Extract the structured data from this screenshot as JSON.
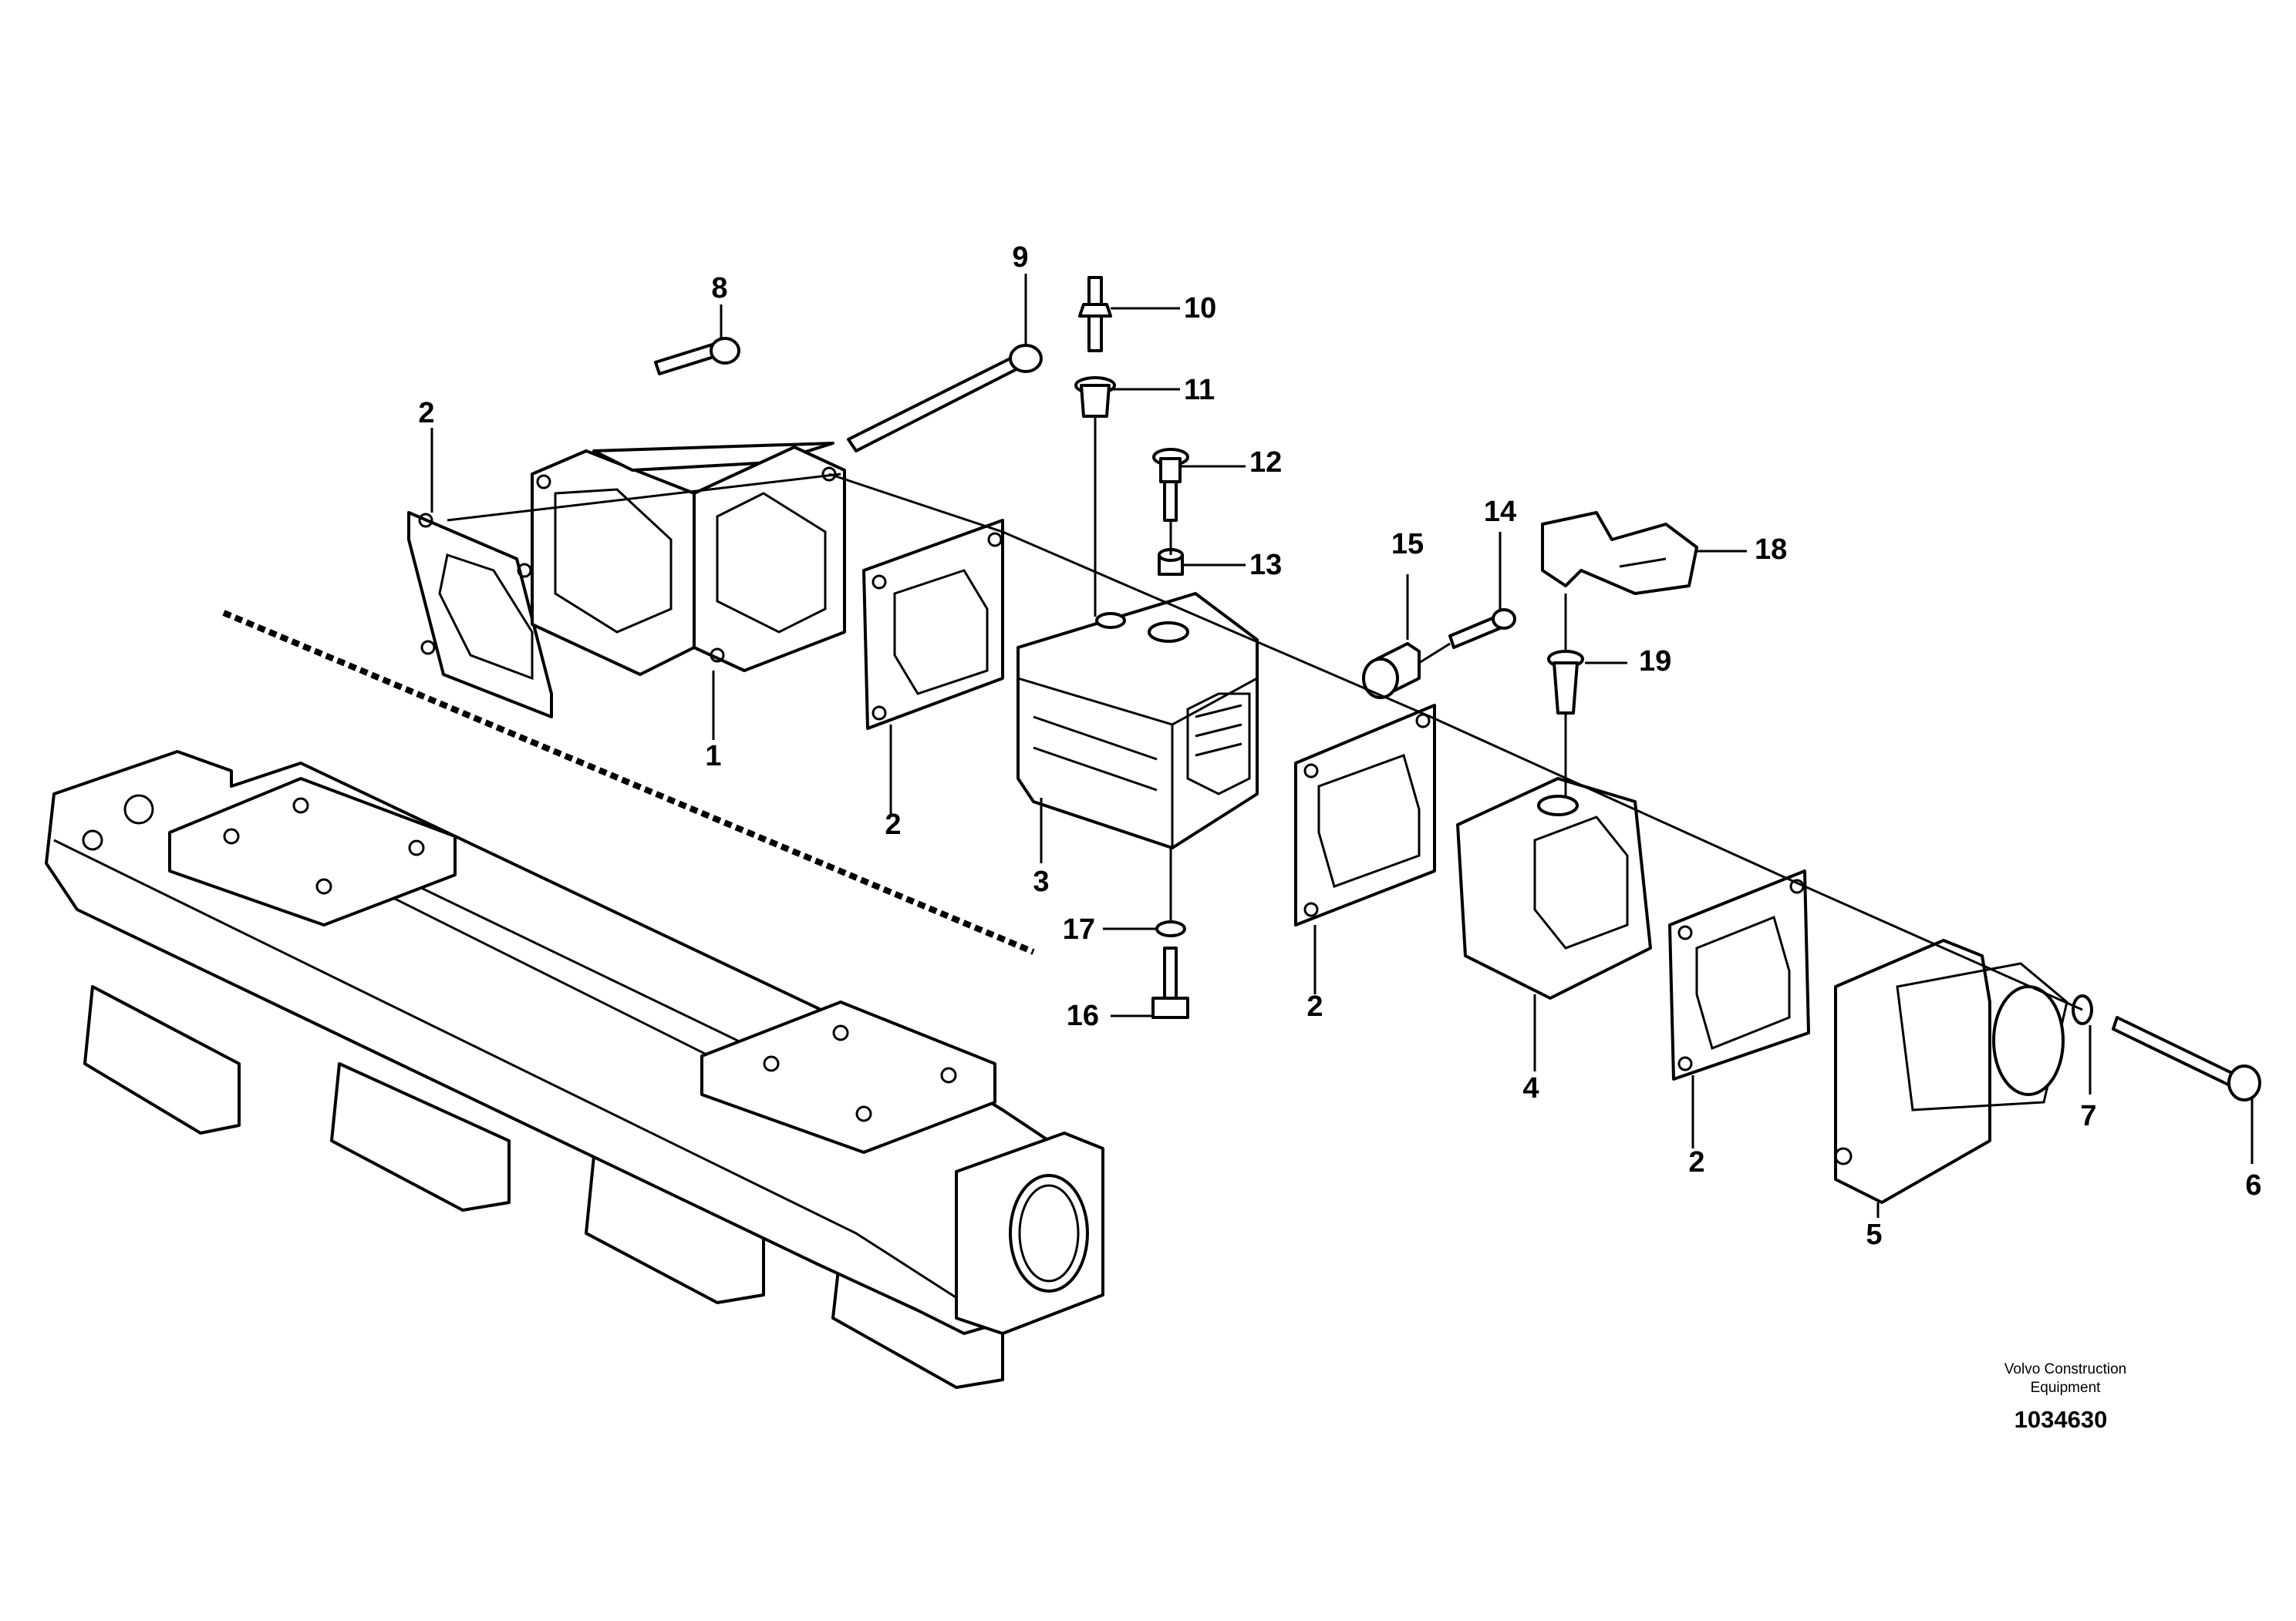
{
  "callouts": [
    {
      "id": "c1",
      "text": "1"
    },
    {
      "id": "c2a",
      "text": "2"
    },
    {
      "id": "c2b",
      "text": "2"
    },
    {
      "id": "c2c",
      "text": "2"
    },
    {
      "id": "c2d",
      "text": "2"
    },
    {
      "id": "c3",
      "text": "3"
    },
    {
      "id": "c4",
      "text": "4"
    },
    {
      "id": "c5",
      "text": "5"
    },
    {
      "id": "c6",
      "text": "6"
    },
    {
      "id": "c7",
      "text": "7"
    },
    {
      "id": "c8",
      "text": "8"
    },
    {
      "id": "c9",
      "text": "9"
    },
    {
      "id": "c10",
      "text": "10"
    },
    {
      "id": "c11",
      "text": "11"
    },
    {
      "id": "c12",
      "text": "12"
    },
    {
      "id": "c13",
      "text": "13"
    },
    {
      "id": "c14",
      "text": "14"
    },
    {
      "id": "c15",
      "text": "15"
    },
    {
      "id": "c16",
      "text": "16"
    },
    {
      "id": "c17",
      "text": "17"
    },
    {
      "id": "c18",
      "text": "18"
    },
    {
      "id": "c19",
      "text": "19"
    }
  ],
  "credit": {
    "line1": "Volvo Construction",
    "line2": "Equipment",
    "document_number": "1034630"
  }
}
